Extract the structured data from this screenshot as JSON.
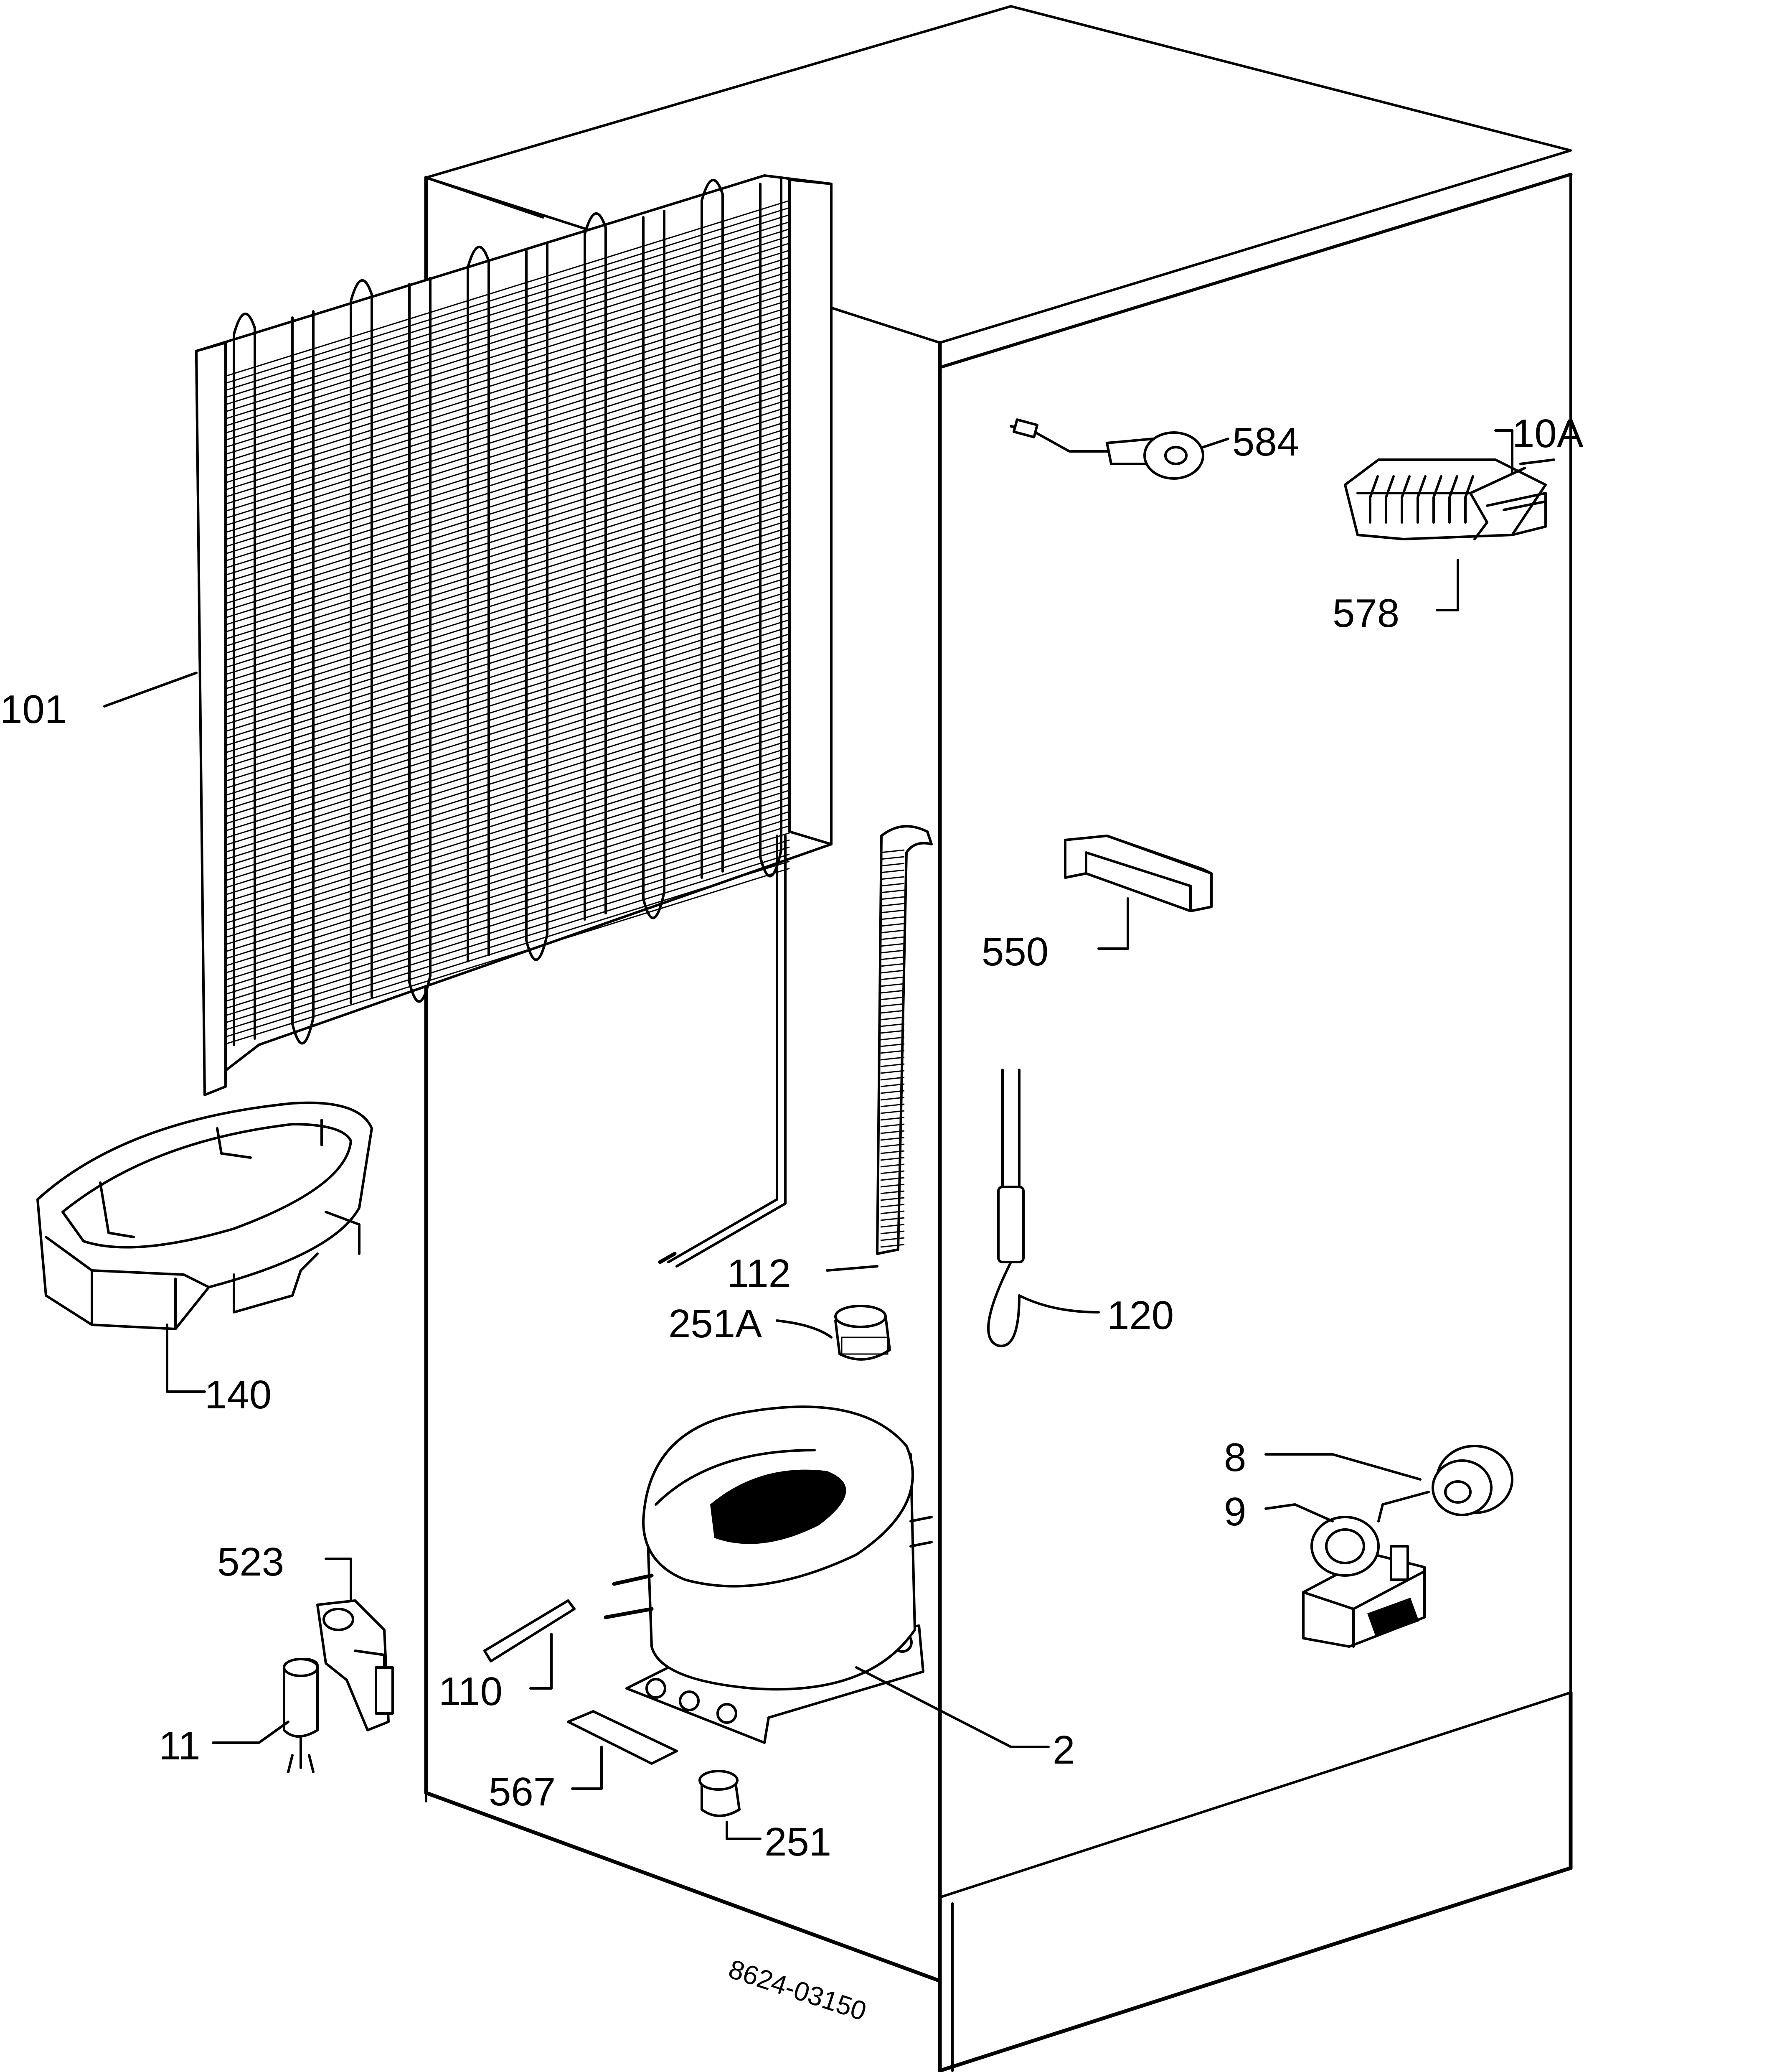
{
  "diagram": {
    "reference_code": "8624-03150",
    "labels": {
      "p101": "101",
      "p140": "140",
      "p112": "112",
      "p251A": "251A",
      "p120": "120",
      "p550": "550",
      "p584": "584",
      "p10A": "10A",
      "p578": "578",
      "p8": "8",
      "p9": "9",
      "p523": "523",
      "p11": "11",
      "p110": "110",
      "p567": "567",
      "p251": "251",
      "p2": "2"
    }
  }
}
